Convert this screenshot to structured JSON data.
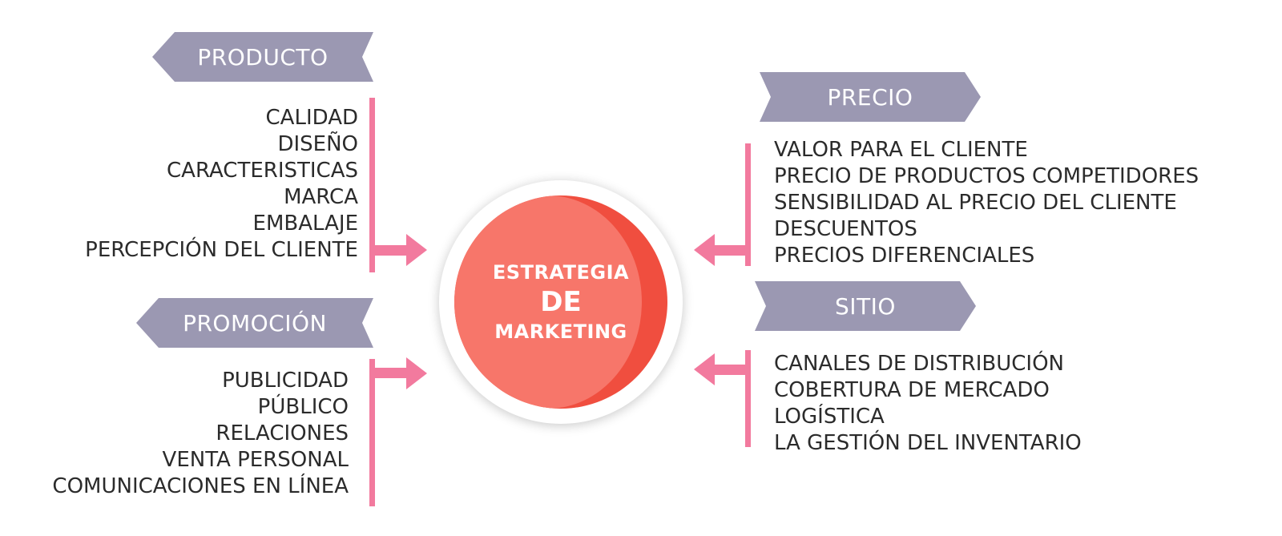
{
  "center": {
    "line1": "ESTRATEGIA",
    "line2": "DE",
    "line3": "MARKETING",
    "colors": {
      "light": "#f7766a",
      "dark": "#f04e3f"
    }
  },
  "producto": {
    "title": "PRODUCTO",
    "items": [
      "CALIDAD",
      "DISEÑO",
      "CARACTERISTICAS",
      "MARCA",
      "EMBALAJE",
      "PERCEPCIÓN DEL CLIENTE"
    ]
  },
  "promocion": {
    "title": "PROMOCIÓN",
    "items": [
      "PUBLICIDAD",
      "PÚBLICO",
      "RELACIONES",
      "VENTA PERSONAL",
      "COMUNICACIONES EN LÍNEA"
    ]
  },
  "precio": {
    "title": "PRECIO",
    "items": [
      "VALOR PARA EL CLIENTE",
      "PRECIO DE PRODUCTOS COMPETIDORES",
      "SENSIBILIDAD AL PRECIO DEL CLIENTE",
      "DESCUENTOS",
      "PRECIOS DIFERENCIALES"
    ]
  },
  "sitio": {
    "title": "SITIO",
    "items": [
      "CANALES DE DISTRIBUCIÓN",
      "COBERTURA DE MERCADO",
      "LOGÍSTICA",
      "LA GESTIÓN DEL INVENTARIO"
    ]
  },
  "colors": {
    "banner": "#9b98b2",
    "accent": "#f27a9e",
    "text": "#2b2b2b"
  }
}
